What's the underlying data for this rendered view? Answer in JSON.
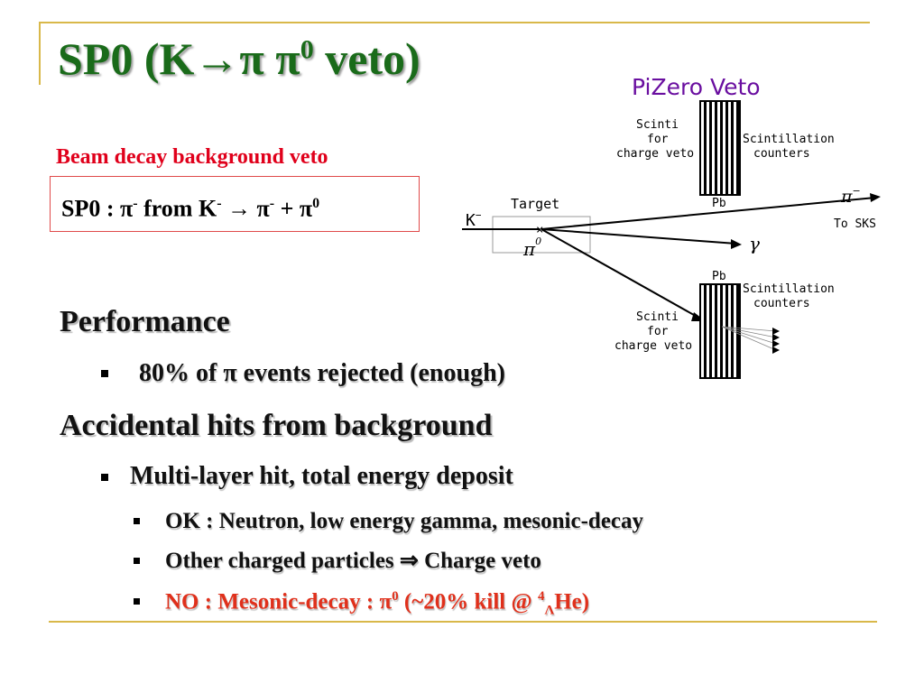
{
  "slide": {
    "title_main": "SP0 (K→π π",
    "title_sup": "0",
    "title_end": " veto)",
    "subtitle": "Beam decay background veto",
    "decay_box": {
      "prefix": "SP0  : π",
      "sup1": "-",
      "mid1": " from K",
      "sup2": "-",
      "mid2": " → π",
      "sup3": "-",
      "mid3": " + π",
      "sup4": "0"
    },
    "performance": {
      "heading": "Performance",
      "item1": "80% of π events rejected (enough)"
    },
    "accidental": {
      "heading": "Accidental hits from background",
      "item1": "Multi-layer hit, total energy deposit",
      "sub1": "OK : Neutron, low energy gamma, mesonic-decay",
      "sub2": "Other charged particles ⇒ Charge veto",
      "sub3_a": "NO : Mesonic-decay : π",
      "sub3_sup": "0",
      "sub3_b": "  (~20% kill @ ",
      "sub3_sup2": "4",
      "sub3_sub": "Λ",
      "sub3_c": "He)"
    }
  },
  "diagram": {
    "title": "PiZero Veto",
    "top_scinti": [
      "Scinti",
      "for",
      "charge veto"
    ],
    "top_scint_counters": [
      "Scintillation",
      "counters"
    ],
    "top_pb": "Pb",
    "target_label": "Target",
    "k_minus": "K",
    "k_sup": "−",
    "pi0_label": "π",
    "pi0_sup": "0",
    "pi_minus": "π",
    "pi_minus_sup": "−",
    "to_sks": "To SKS",
    "gamma": "γ",
    "bottom_pb": "Pb",
    "bottom_scint_counters": [
      "Scintillation",
      "counters"
    ],
    "bottom_scinti": [
      "Scinti",
      "for",
      "charge veto"
    ]
  },
  "colors": {
    "title": "#1a6b1a",
    "accent_red": "#e0001b",
    "frame": "#d9b84a",
    "diagram_title": "#6a0fa0"
  }
}
